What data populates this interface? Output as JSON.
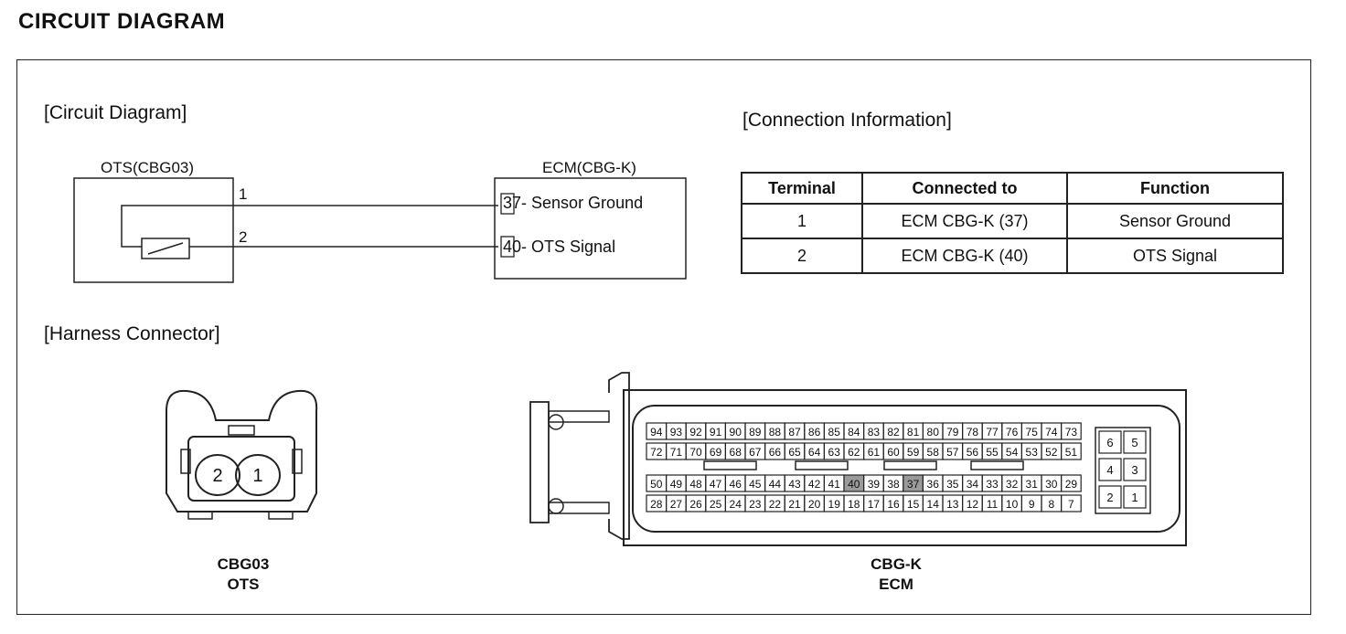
{
  "page_title": "CIRCUIT DIAGRAM",
  "sections": {
    "circuit": "[Circuit Diagram]",
    "connection": "[Connection Information]",
    "harness": "[Harness Connector]"
  },
  "circuit": {
    "ots_label": "OTS(CBG03)",
    "ecm_label": "ECM(CBG-K)",
    "pin1": "1",
    "pin2": "2",
    "ecm_pin_37_num": "37",
    "ecm_pin_37_text": "- Sensor Ground",
    "ecm_pin_40_num": "40",
    "ecm_pin_40_text": "- OTS Signal"
  },
  "connection_table": {
    "headers": [
      "Terminal",
      "Connected to",
      "Function"
    ],
    "rows": [
      [
        "1",
        "ECM CBG-K (37)",
        "Sensor Ground"
      ],
      [
        "2",
        "ECM CBG-K (40)",
        "OTS Signal"
      ]
    ]
  },
  "harness": {
    "ots_connector": {
      "pins": [
        "2",
        "1"
      ],
      "caption_line1": "CBG03",
      "caption_line2": "OTS"
    },
    "ecm_connector": {
      "caption_line1": "CBG-K",
      "caption_line2": "ECM",
      "row1": [
        "94",
        "93",
        "92",
        "91",
        "90",
        "89",
        "88",
        "87",
        "86",
        "85",
        "84",
        "83",
        "82",
        "81",
        "80",
        "79",
        "78",
        "77",
        "76",
        "75",
        "74",
        "73"
      ],
      "row2": [
        "72",
        "71",
        "70",
        "69",
        "68",
        "67",
        "66",
        "65",
        "64",
        "63",
        "62",
        "61",
        "60",
        "59",
        "58",
        "57",
        "56",
        "55",
        "54",
        "53",
        "52",
        "51"
      ],
      "row3": [
        "50",
        "49",
        "48",
        "47",
        "46",
        "45",
        "44",
        "43",
        "42",
        "41",
        "40",
        "39",
        "38",
        "37",
        "36",
        "35",
        "34",
        "33",
        "32",
        "31",
        "30",
        "29"
      ],
      "row4": [
        "28",
        "27",
        "26",
        "25",
        "24",
        "23",
        "22",
        "21",
        "20",
        "19",
        "18",
        "17",
        "16",
        "15",
        "14",
        "13",
        "12",
        "11",
        "10",
        "9",
        "8",
        "7"
      ],
      "highlighted": [
        "40",
        "37"
      ],
      "side_block": [
        [
          "6",
          "5"
        ],
        [
          "4",
          "3"
        ],
        [
          "2",
          "1"
        ]
      ]
    }
  }
}
